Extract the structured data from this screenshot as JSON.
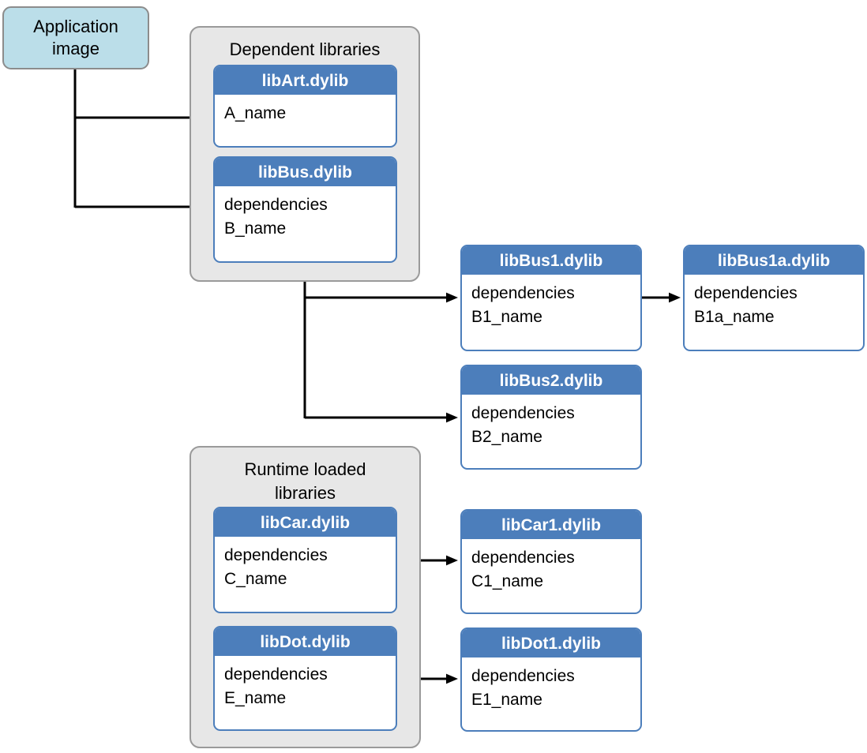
{
  "app_box": {
    "lines": [
      "Application",
      "image"
    ]
  },
  "groups": {
    "dependent": {
      "title_lines": [
        "Dependent libraries",
        ""
      ]
    },
    "runtime": {
      "title_lines": [
        "Runtime loaded",
        "libraries"
      ]
    }
  },
  "nodes": {
    "libArt": {
      "title": "libArt.dylib",
      "lines": [
        "A_name"
      ]
    },
    "libBus": {
      "title": "libBus.dylib",
      "lines": [
        "dependencies",
        "B_name"
      ]
    },
    "libBus1": {
      "title": "libBus1.dylib",
      "lines": [
        "dependencies",
        "B1_name"
      ]
    },
    "libBus1a": {
      "title": "libBus1a.dylib",
      "lines": [
        "dependencies",
        "B1a_name"
      ]
    },
    "libBus2": {
      "title": "libBus2.dylib",
      "lines": [
        "dependencies",
        "B2_name"
      ]
    },
    "libCar": {
      "title": "libCar.dylib",
      "lines": [
        "dependencies",
        "C_name"
      ]
    },
    "libCar1": {
      "title": "libCar1.dylib",
      "lines": [
        "dependencies",
        "C1_name"
      ]
    },
    "libDot": {
      "title": "libDot.dylib",
      "lines": [
        "dependencies",
        "E_name"
      ]
    },
    "libDot1": {
      "title": "libDot1.dylib",
      "lines": [
        "dependencies",
        "E1_name"
      ]
    }
  },
  "edges": [
    {
      "from": "Application image",
      "to": "libArt.dylib"
    },
    {
      "from": "Application image",
      "to": "libBus.dylib"
    },
    {
      "from": "libBus.dylib",
      "to": "libBus1.dylib"
    },
    {
      "from": "libBus.dylib",
      "to": "libBus2.dylib"
    },
    {
      "from": "libBus1.dylib",
      "to": "libBus1a.dylib"
    },
    {
      "from": "libCar.dylib",
      "to": "libCar1.dylib"
    },
    {
      "from": "libDot.dylib",
      "to": "libDot1.dylib"
    }
  ],
  "colors": {
    "node_header": "#4C7EBB",
    "node_border": "#4C7EBB",
    "group_fill": "#E7E7E7",
    "group_border": "#9A9A9A",
    "app_box_fill": "#BBDEE9",
    "app_box_border": "#8C8C8C",
    "arrow": "#000000",
    "text": "#000000"
  }
}
